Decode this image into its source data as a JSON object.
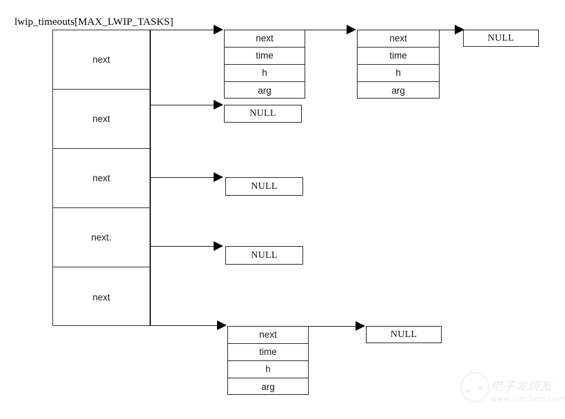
{
  "diagram": {
    "title": "lwip_timeouts[MAX_LWIP_TASKS]",
    "array": {
      "name": "lwip_timeouts",
      "cells": [
        {
          "label": "next"
        },
        {
          "label": "next"
        },
        {
          "label": "next"
        },
        {
          "label": "next."
        },
        {
          "label": "next"
        }
      ]
    },
    "node_fields": {
      "next": "next",
      "time": "time",
      "h": "h",
      "arg": "arg"
    },
    "nodes": [
      {
        "id": "node-1",
        "fields": [
          "next",
          "time",
          "h",
          "arg"
        ]
      },
      {
        "id": "node-2",
        "fields": [
          "next",
          "time",
          "h",
          "arg"
        ]
      },
      {
        "id": "node-3",
        "fields": [
          "next",
          "time",
          "h",
          "arg"
        ]
      }
    ],
    "null_label": "NULL",
    "nulls": [
      {
        "id": "null-1"
      },
      {
        "id": "null-2"
      },
      {
        "id": "null-3"
      },
      {
        "id": "null-4"
      },
      {
        "id": "null-5"
      }
    ],
    "colors": {
      "stroke": "#2b2b2b",
      "line": "#1f1f1f",
      "text": "#1a1a1a",
      "background": "#ffffff"
    }
  },
  "watermark": {
    "text_cn": "电子发烧友",
    "url": "www.elecfans.com"
  }
}
